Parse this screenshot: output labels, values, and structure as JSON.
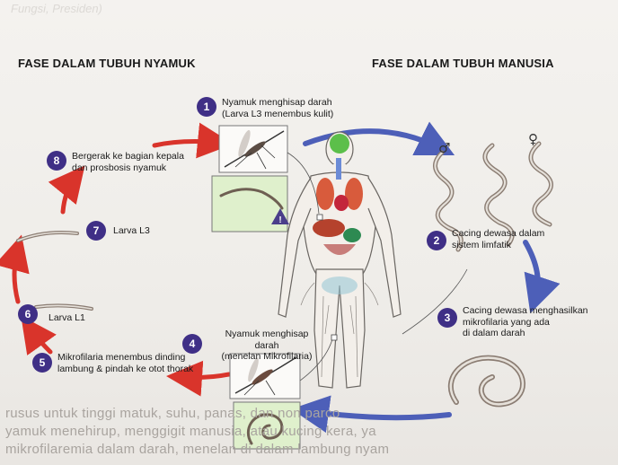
{
  "phases": {
    "mosquito": "FASE DALAM TUBUH NYAMUK",
    "human": "FASE DALAM TUBUH MANUSIA"
  },
  "steps": [
    {
      "num": "1",
      "text": [
        "Nyamuk menghisap darah",
        "(Larva L3 menembus kulit)"
      ]
    },
    {
      "num": "2",
      "text": [
        "Cacing dewasa dalam",
        "sistem limfatik"
      ]
    },
    {
      "num": "3",
      "text": [
        "Cacing dewasa menghasilkan",
        "mikrofilaria yang ada",
        "di dalam darah"
      ]
    },
    {
      "num": "4",
      "text": [
        "Nyamuk menghisap",
        "darah",
        "(menelan Mikrofilaria)"
      ]
    },
    {
      "num": "5",
      "text": [
        "Mikrofilaria menembus dinding",
        "lambung & pindah ke otot thorak"
      ]
    },
    {
      "num": "6",
      "text": [
        "Larva L1"
      ]
    },
    {
      "num": "7",
      "text": [
        "Larva L3"
      ]
    },
    {
      "num": "8",
      "text": [
        "Bergerak ke bagian kepala",
        "dan prosbosis nyamuk"
      ]
    }
  ],
  "symbols": {
    "male": "♂",
    "female": "♀",
    "warning": "!"
  },
  "background_text": {
    "top": "Fungsi, Presiden)",
    "bottom": [
      "rusus untuk tinggi matuk, suhu, panas, dan non parco",
      "yamuk menehirup, menggigit manusia, atau kucing kera, ya",
      "mikrofilaremia dalam darah, menelan di dalam lambung nyam"
    ]
  },
  "colors": {
    "badge": "#3f2f86",
    "arrow_red": "#d9342b",
    "arrow_blue": "#4d5fb8"
  }
}
